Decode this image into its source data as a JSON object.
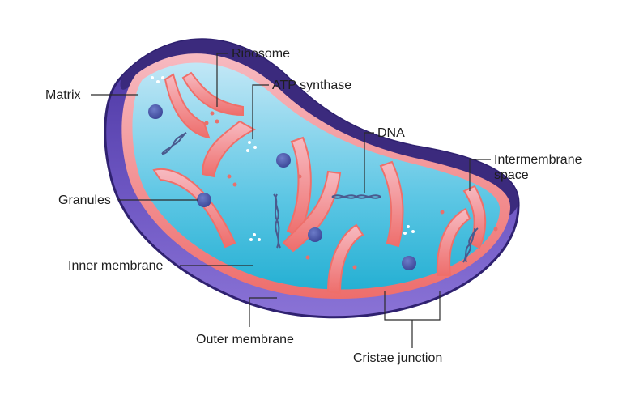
{
  "labels": {
    "ribosome": "Ribosome",
    "atp_synthase": "ATP synthase",
    "matrix": "Matrix",
    "dna": "DNA",
    "intermembrane_line1": "Intermembrane",
    "intermembrane_line2": "space",
    "granules": "Granules",
    "inner_membrane": "Inner membrane",
    "outer_membrane": "Outer membrane",
    "cristae_junction": "Cristae junction"
  },
  "colors": {
    "outer_membrane_dark": "#3d2b7e",
    "outer_membrane_light": "#7a62c7",
    "intermembrane_space": "#f2a7b0",
    "inner_membrane": "#ef6f6a",
    "matrix_deep": "#26b3d3",
    "matrix_light": "#bfe6f5",
    "granule": "#4b57a8",
    "leader_line": "#2b2b2b"
  }
}
